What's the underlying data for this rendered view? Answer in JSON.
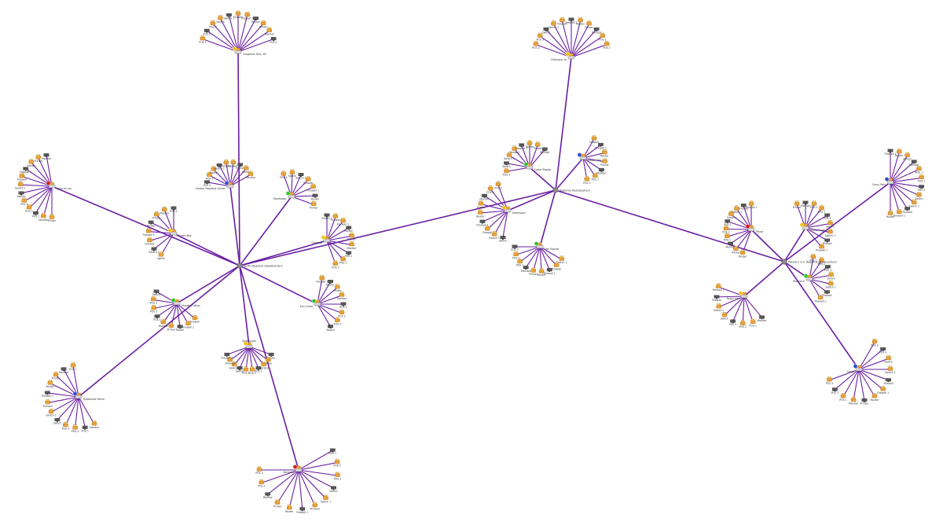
{
  "colors": {
    "link": "#6a1fa3",
    "pos_device": "#e8a33a",
    "monitor": "#555555",
    "router": "#8c8c8c",
    "status_green": "#2fc82f",
    "status_red": "#d21e1e",
    "status_blue": "#2e4fd1",
    "status_yellow": "#f0c419"
  },
  "icons": {
    "pos": "pos-terminal-icon",
    "monitor": "monitor-icon",
    "router": "router-icon",
    "firewall": "firewall-icon",
    "switch": "switch-icon",
    "printer": "printer-icon"
  },
  "hubs": [
    {
      "id": "hubA",
      "label": "North Regional Headquarters"
    },
    {
      "id": "hubB",
      "label": "Regional Headquarters"
    },
    {
      "id": "hubC",
      "label": "Western U.S. Regional Headquarters"
    }
  ],
  "sites": [
    {
      "id": "A1",
      "label": "Chippewa Falls, WI"
    },
    {
      "id": "A2",
      "label": "Greater Regional Center"
    },
    {
      "id": "A3",
      "label": "Manitowoc"
    },
    {
      "id": "A4",
      "label": "Green Bay"
    },
    {
      "id": "A5",
      "label": "Oshkosh"
    },
    {
      "id": "A6",
      "label": "Paradise Valley"
    },
    {
      "id": "A7",
      "label": "Eau Claire"
    },
    {
      "id": "A8",
      "label": "Sheboygan"
    },
    {
      "id": "A9",
      "label": "Fond du Lac"
    },
    {
      "id": "A10",
      "label": "Milwaukee Metro"
    },
    {
      "id": "A11",
      "label": "Kenosha"
    },
    {
      "id": "B1",
      "label": "Dubuque, IA"
    },
    {
      "id": "B2",
      "label": "Cedar Rapids"
    },
    {
      "id": "B3",
      "label": "Davenport"
    },
    {
      "id": "B4",
      "label": "Des Moines"
    },
    {
      "id": "B5",
      "label": "Mason City"
    },
    {
      "id": "C1",
      "label": "Sioux Falls"
    },
    {
      "id": "C2",
      "label": "Pierre"
    },
    {
      "id": "C3",
      "label": "Grand Forks"
    },
    {
      "id": "C4",
      "label": "Rapid City"
    },
    {
      "id": "C5",
      "label": "Bismarck"
    },
    {
      "id": "C6",
      "label": "Fargo"
    }
  ],
  "device_labels": [
    "POS 1",
    "POS 2",
    "POS 3",
    "Switch",
    "Switch 1",
    "Firewall",
    "Firewall 1",
    "Router",
    "Printer",
    "Monitor"
  ]
}
